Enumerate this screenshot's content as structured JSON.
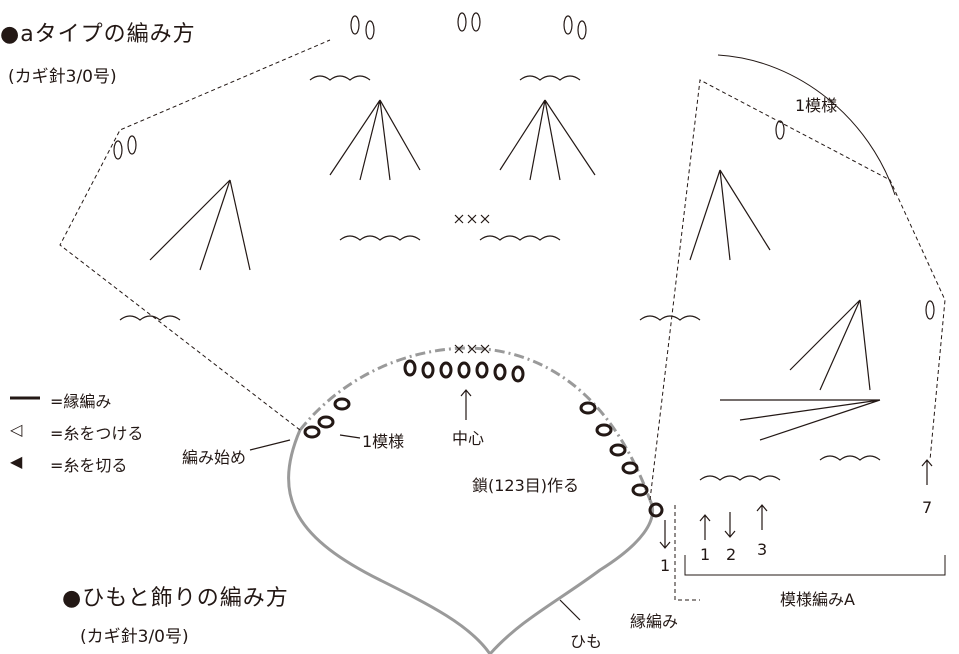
{
  "title_a": "●aタイプの編み方",
  "hook_a": "(カギ針3/0号)",
  "title_b": "●ひもと飾りの編み方",
  "hook_b": "(カギ針3/0号)",
  "legend": [
    {
      "symbol": "—",
      "text": "=縁編み"
    },
    {
      "symbol": "◁",
      "text": "=糸をつける"
    },
    {
      "symbol": "◀",
      "text": "=糸を切る"
    }
  ],
  "labels": {
    "repeat_top": "1模様",
    "repeat_inner": "1模様",
    "start": "編み始め",
    "center": "中心",
    "chain": "鎖(123目)作る",
    "pattern_a": "模様編みA",
    "edging": "縁編み",
    "cord": "ひも"
  },
  "row_numbers": [
    "1",
    "1",
    "2",
    "3",
    "7"
  ],
  "colors": {
    "ink": "#231815",
    "cord": "#9a9a9a"
  }
}
